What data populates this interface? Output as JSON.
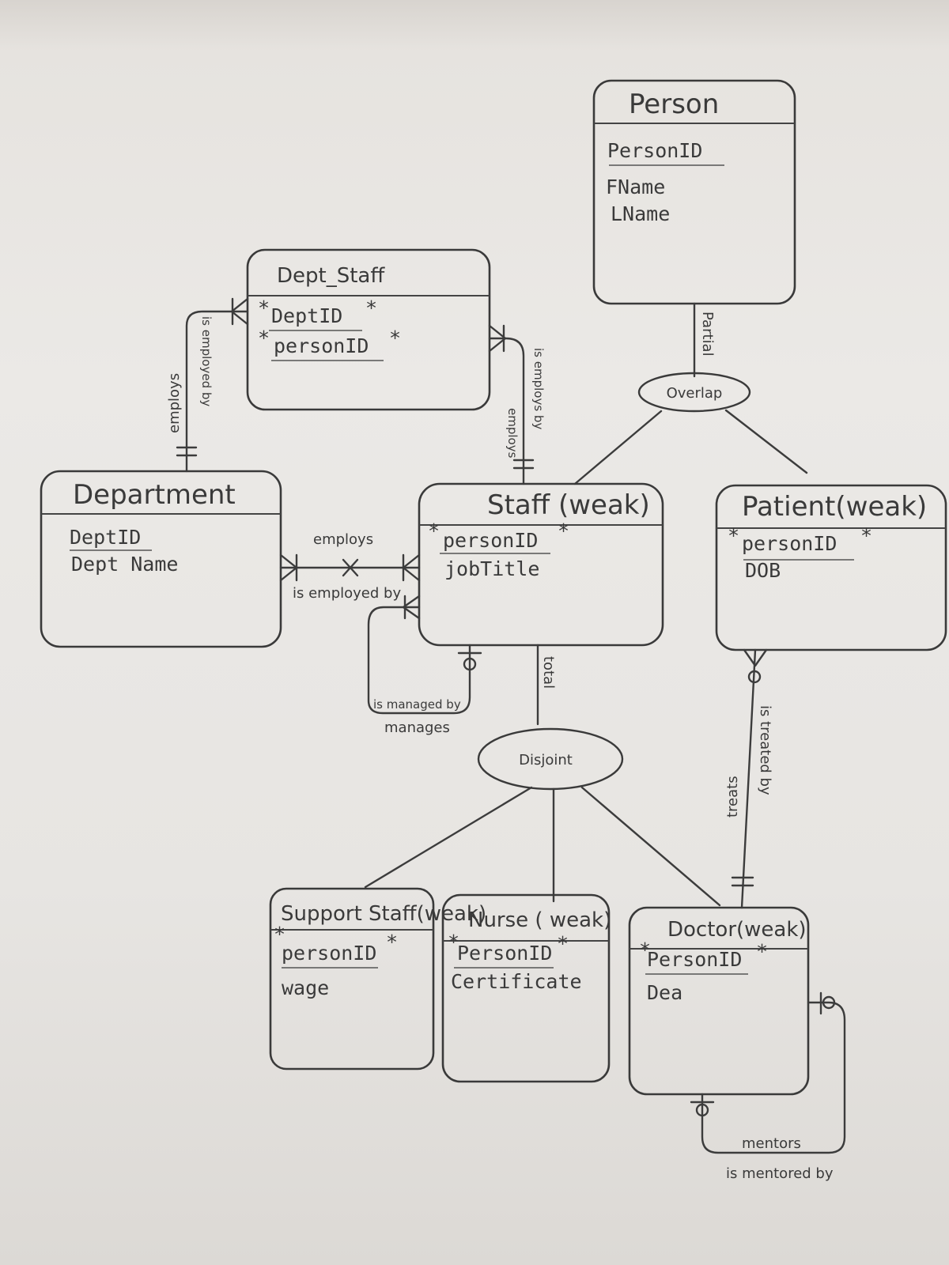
{
  "entities": {
    "person": {
      "title": "Person",
      "key": "PersonID",
      "attrs": [
        "FName",
        "LName"
      ]
    },
    "dept_staff": {
      "title": "Dept_Staff",
      "key1": "DeptID",
      "key2": "personID",
      "star": "*"
    },
    "department": {
      "title": "Department",
      "key": "DeptID",
      "attr": "Dept Name"
    },
    "staff": {
      "title": "Staff (weak)",
      "key": "personID",
      "attr": "jobTitle",
      "star": "*"
    },
    "patient": {
      "title": "Patient(weak)",
      "key": "personID",
      "attr": "DOB",
      "star": "*"
    },
    "support_staff": {
      "title": "Support Staff(weak)",
      "key": "personID",
      "attr": "wage",
      "star": "*"
    },
    "nurse": {
      "title": "Nurse ( weak)",
      "key": "PersonID",
      "attr": "Certificate",
      "star": "*"
    },
    "doctor": {
      "title": "Doctor(weak)",
      "key": "PersonID",
      "attr": "Dea",
      "star": "*"
    }
  },
  "specializations": {
    "overlap": "Overlap",
    "disjoint": "Disjoint",
    "partial": "Partial",
    "total": "total"
  },
  "relationships": {
    "dept_deptstaff": {
      "a": "employs",
      "b": "is employed by"
    },
    "staff_deptstaff": {
      "a": "employs",
      "b": "is employs by"
    },
    "dept_staff": {
      "a": "employs",
      "b": "is employed by"
    },
    "staff_self": {
      "a": "is managed by",
      "b": "manages"
    },
    "patient_doctor": {
      "a": "treats",
      "b": "is treated by"
    },
    "doctor_self": {
      "a": "mentors",
      "b": "is mentored by"
    }
  }
}
